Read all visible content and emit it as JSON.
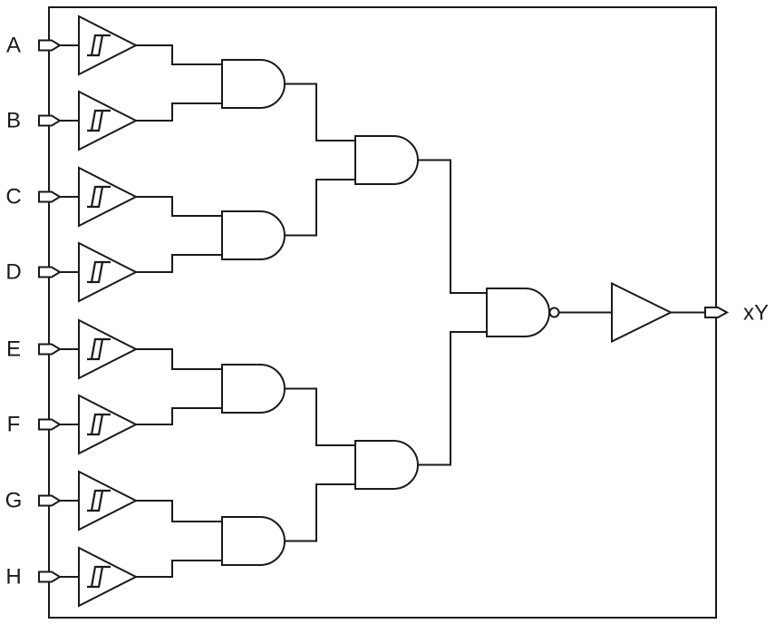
{
  "diagram": {
    "kind": "logic-schematic",
    "inputs": [
      {
        "label": "A"
      },
      {
        "label": "B"
      },
      {
        "label": "C"
      },
      {
        "label": "D"
      },
      {
        "label": "E"
      },
      {
        "label": "F"
      },
      {
        "label": "G"
      },
      {
        "label": "H"
      }
    ],
    "output": {
      "label": "xY"
    },
    "circuit": {
      "input_conditioning": "schmitt-trigger buffer on each input",
      "gates": [
        {
          "id": "and-ab",
          "type": "AND",
          "inputs": [
            "A",
            "B"
          ]
        },
        {
          "id": "and-cd",
          "type": "AND",
          "inputs": [
            "C",
            "D"
          ]
        },
        {
          "id": "and-ef",
          "type": "AND",
          "inputs": [
            "E",
            "F"
          ]
        },
        {
          "id": "and-gh",
          "type": "AND",
          "inputs": [
            "G",
            "H"
          ]
        },
        {
          "id": "and-abcd",
          "type": "AND",
          "inputs": [
            "and-ab",
            "and-cd"
          ]
        },
        {
          "id": "and-efgh",
          "type": "AND",
          "inputs": [
            "and-ef",
            "and-gh"
          ]
        },
        {
          "id": "nand-final",
          "type": "NAND",
          "inputs": [
            "and-abcd",
            "and-efgh"
          ]
        },
        {
          "id": "output-driver",
          "type": "BUFFER",
          "inputs": [
            "nand-final"
          ],
          "output": "xY"
        }
      ]
    },
    "colors": {
      "stroke": "#1a1a1a",
      "background": "#ffffff"
    }
  }
}
